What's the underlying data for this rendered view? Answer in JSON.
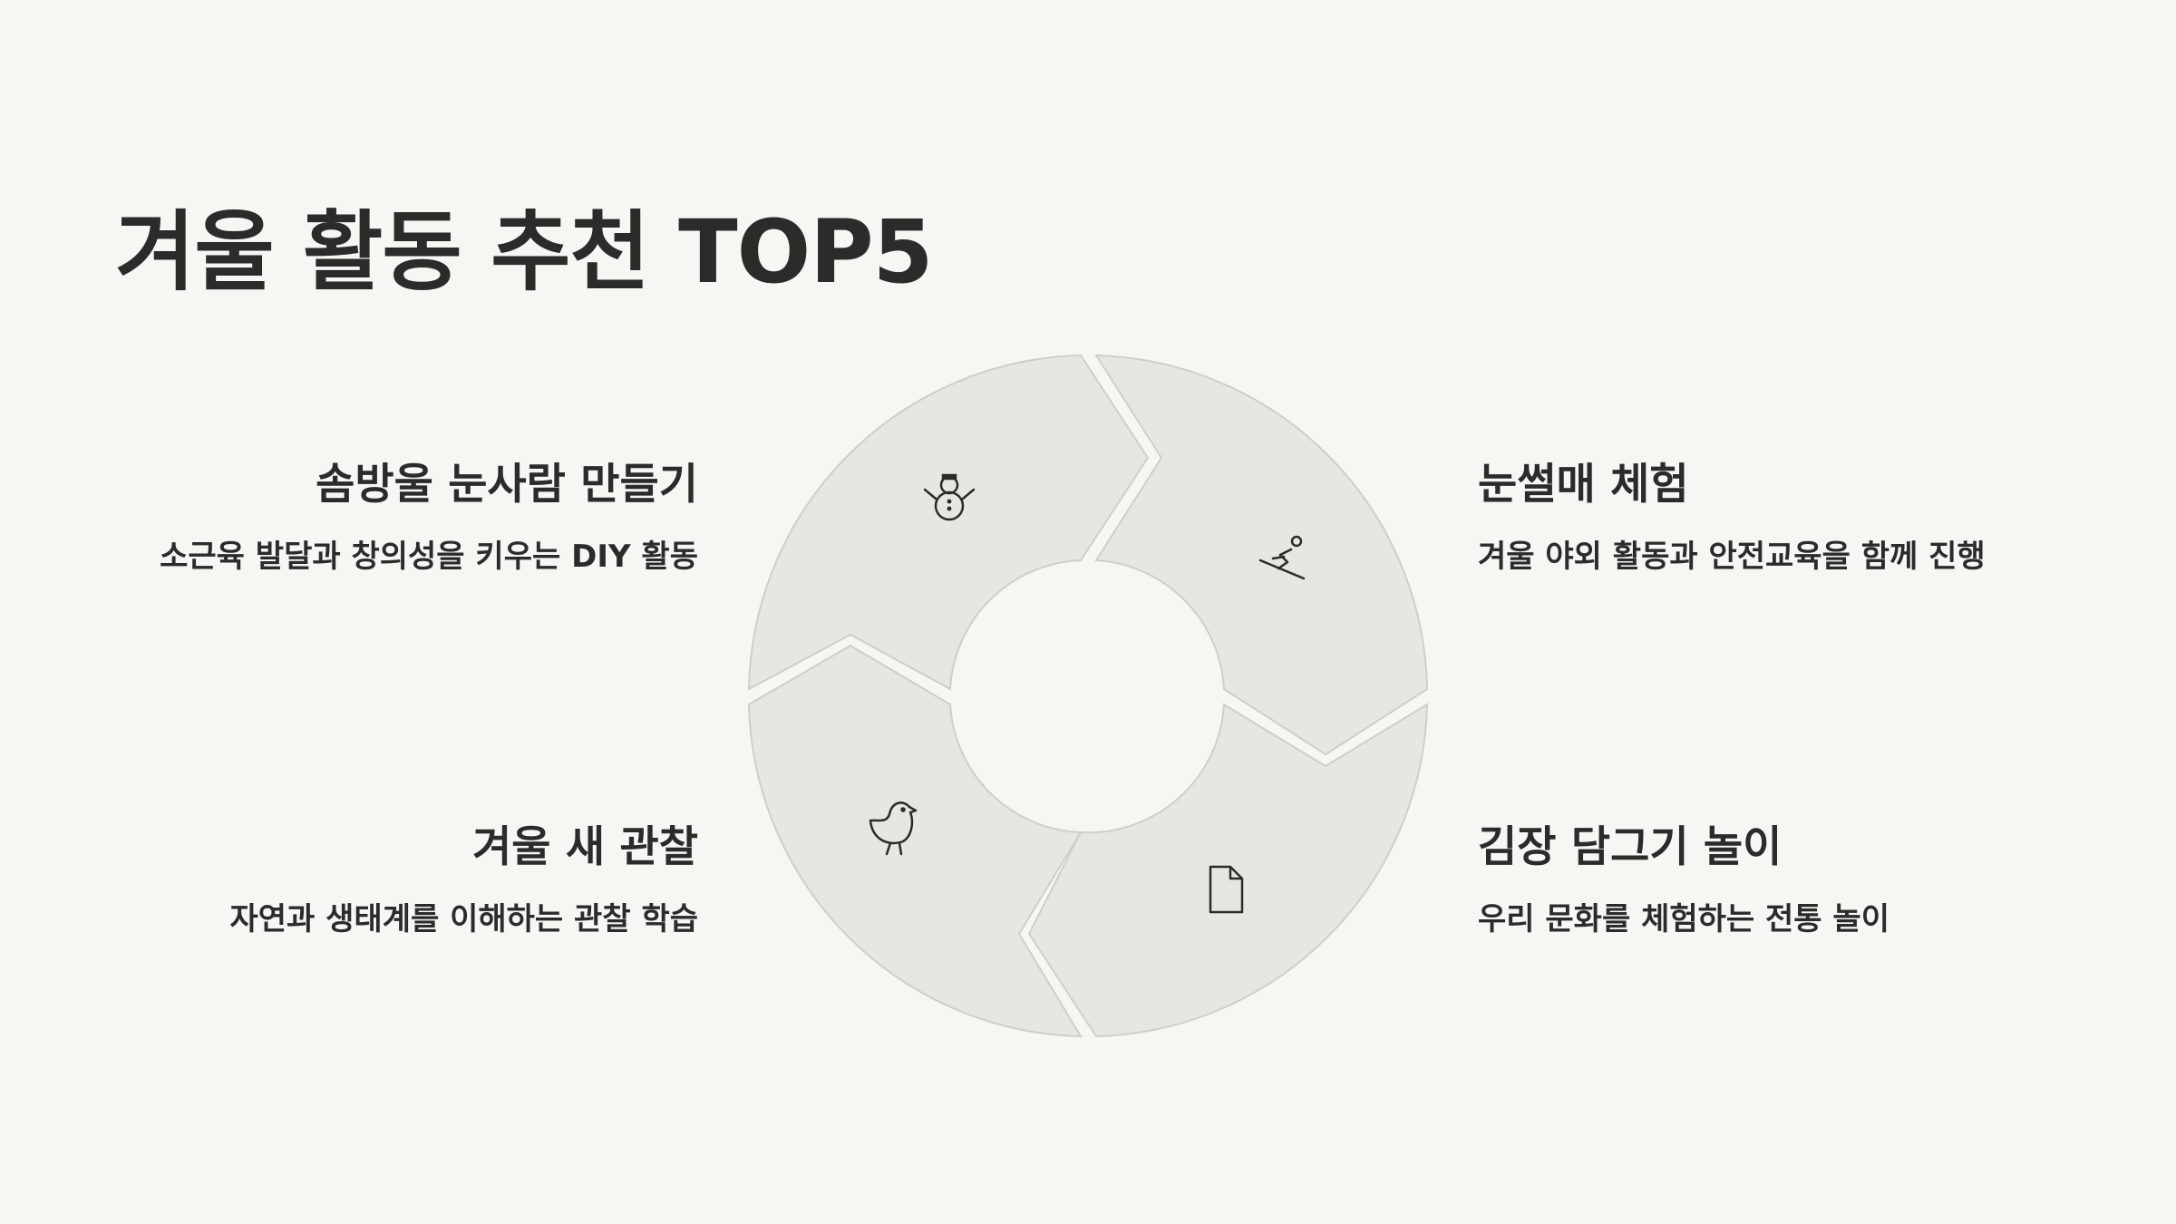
{
  "title": "겨울 활동 추천 TOP5",
  "items": [
    {
      "title": "솜방울 눈사람 만들기",
      "desc": "소근육 발달과 창의성을 키우는 DIY 활동",
      "icon": "snowman-icon"
    },
    {
      "title": "눈썰매 체험",
      "desc": "겨울 야외 활동과 안전교육을 함께 진행",
      "icon": "sledding-icon"
    },
    {
      "title": "겨울 새 관찰",
      "desc": "자연과 생태계를 이해하는 관찰 학습",
      "icon": "bird-icon"
    },
    {
      "title": "김장 담그기 놀이",
      "desc": "우리 문화를 체험하는 전통 놀이",
      "icon": "document-icon"
    }
  ],
  "colors": {
    "segment_fill": "#e7e7e2",
    "segment_stroke": "#cfcfc9",
    "text": "#2b2b29",
    "background": "#f6f6f3"
  }
}
